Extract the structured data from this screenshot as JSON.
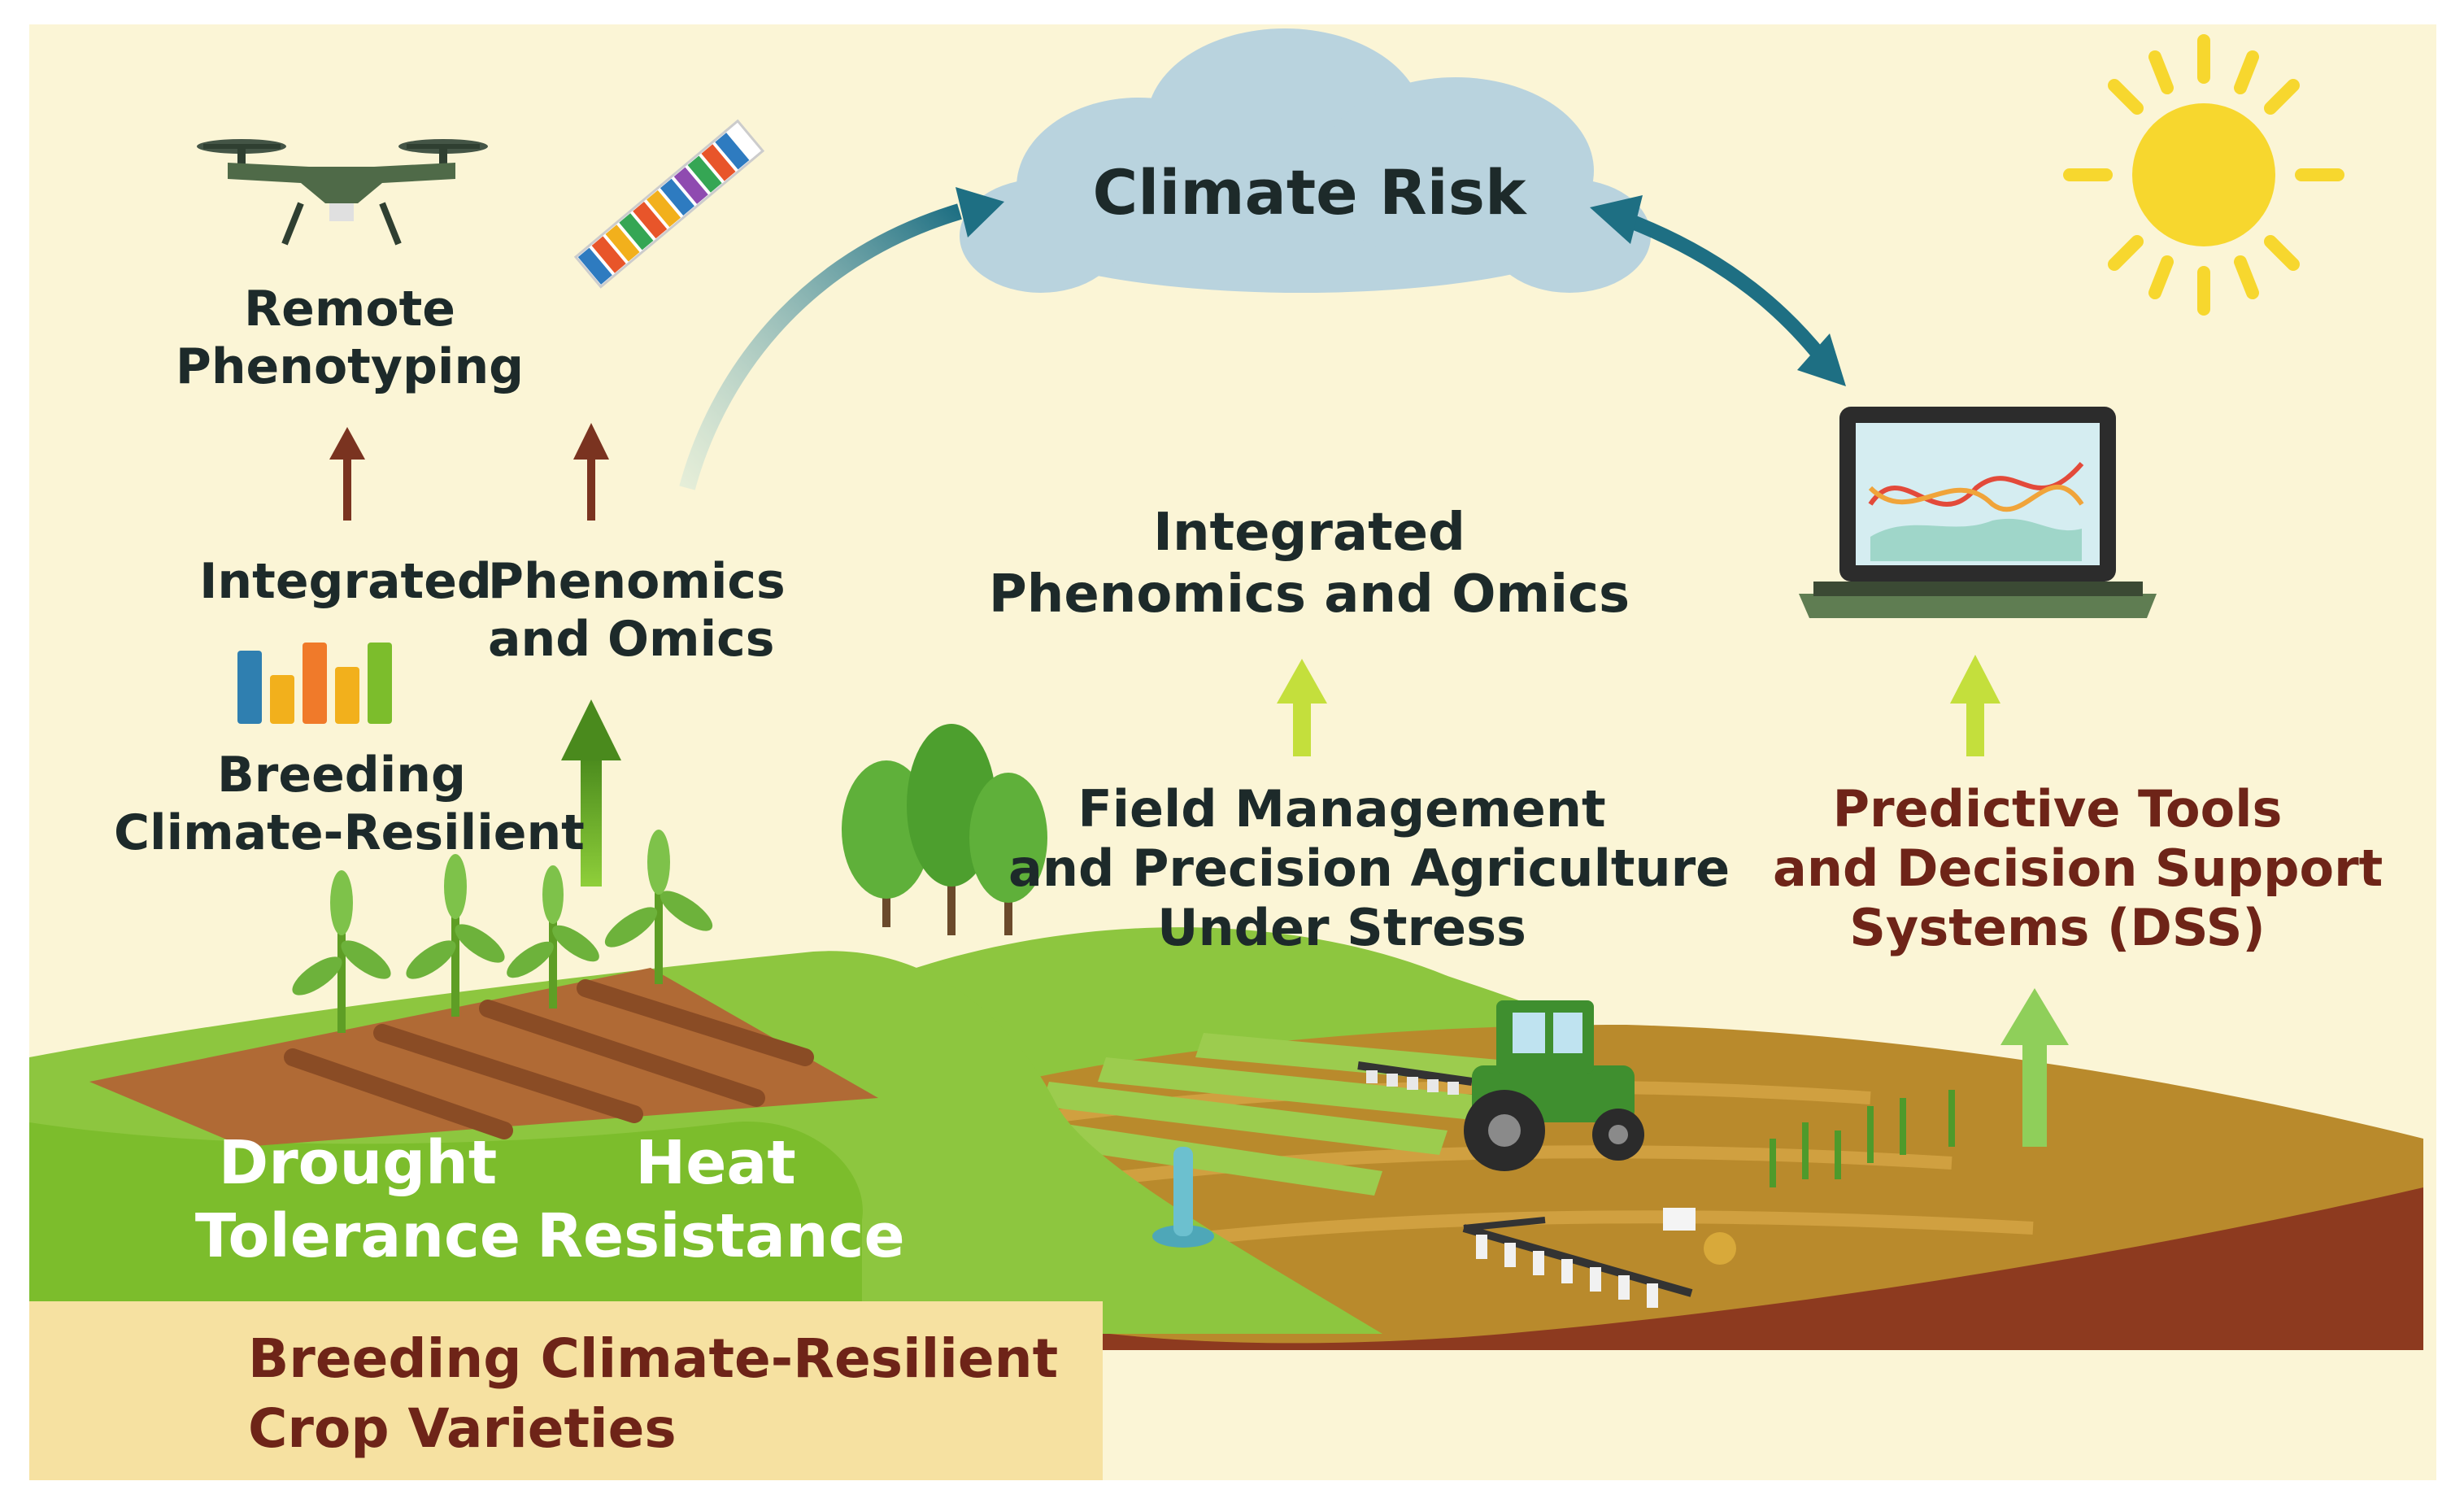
{
  "labels": {
    "climate_risk": "Climate Risk",
    "remote_phenotyping": [
      "Remote",
      "Phenotyping"
    ],
    "integrated": "Integrated",
    "phenomics_omics_left": [
      "Phenomics",
      "and Omics"
    ],
    "breeding_left": [
      "Breeding",
      "Climate-Resilient"
    ],
    "integrated_center": [
      "Integrated",
      "Phenomics and Omics"
    ],
    "field_management": [
      "Field Management",
      "and Precision Agriculture",
      "Under Stress"
    ],
    "predictive_tools": [
      "Predictive Tools",
      "and Decision Support",
      "Systems (DSS)"
    ],
    "drought": [
      "Drought",
      "Tolerance"
    ],
    "heat": [
      "Heat",
      "Resistance"
    ],
    "banner": [
      "Breeding Climate-Resilient",
      "Crop Varieties"
    ]
  },
  "colors": {
    "background": "#fbf5d6",
    "cloud": "#b9d3de",
    "sun": "#f7d72e",
    "grass": "#8dc63f",
    "field_soil": "#b98a2c",
    "soil_edge": "#8d3a1f",
    "banner": "#f6e1a1",
    "text_dark": "#1d2a2a",
    "text_maroon": "#6e2418",
    "teal_arrow": "#1e6f83",
    "brown_arrow": "#7a3320",
    "green_arrow": "#5e9e25",
    "lime_arrow": "#c4df3c"
  },
  "icons": [
    "drone-icon",
    "dna-sequence-icon",
    "bar-chart-icon",
    "cloud-icon",
    "sun-icon",
    "laptop-chart-icon",
    "tractor-icon",
    "trees-icon",
    "seedlings-icon",
    "sprayer-icon",
    "sensor-icon"
  ]
}
